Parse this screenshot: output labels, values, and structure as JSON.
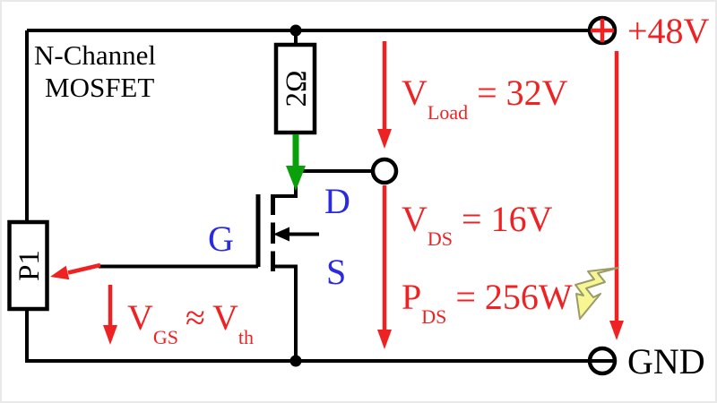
{
  "diagram": {
    "title_line1": "N-Channel",
    "title_line2": "MOSFET",
    "resistor_label": "2Ω",
    "pot_label": "P1",
    "gate_label": "G",
    "drain_label": "D",
    "source_label": "S",
    "supply_label": "+48V",
    "ground_label": "GND"
  },
  "annotations": {
    "v_load": {
      "sym": "V",
      "sub": "Load",
      "eq": "= 32V"
    },
    "v_ds": {
      "sym": "V",
      "sub": "DS",
      "eq": "= 16V"
    },
    "p_ds": {
      "sym": "P",
      "sub": "DS",
      "eq": "= 256W"
    },
    "v_gs": {
      "sym": "V",
      "sub": "GS",
      "approx": "≈",
      "sym2": "V",
      "sub2": "th"
    }
  },
  "icons": {
    "supply_terminal": "plus-circle-icon",
    "ground_terminal": "minus-circle-icon",
    "power_dissipation": "lightning-bolt-icon",
    "current_direction": "green-down-arrow-icon"
  },
  "colors": {
    "annotation_red": "#ee2222",
    "current_green": "#0aa00a",
    "label_blue": "#2a2ae0",
    "wire_black": "#000000",
    "bolt_fill": "#f6f692",
    "background": "#ffffff"
  }
}
